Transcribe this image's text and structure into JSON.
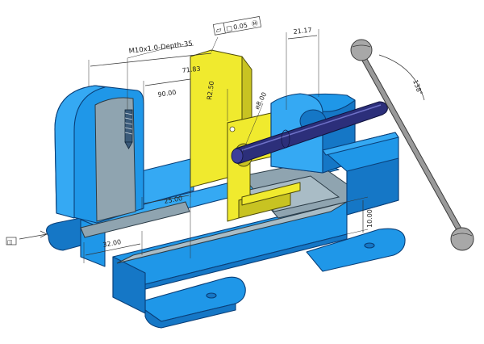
{
  "drawing": {
    "callouts": {
      "thread": "M10x1.0-Depth-35",
      "gdt_symbol": "⏥",
      "gdt_square": "□",
      "gdt_value": "0.05",
      "gdt_modifier": "Ⓜ"
    },
    "dimensions": {
      "d_71_83": "71.83",
      "d_90_00": "90.00",
      "d_21_17": "21.17",
      "r_2_50": "R2.50",
      "dia_8_00": "⌀8.00",
      "d_25_00": "25.00",
      "d_32_00": "32.00",
      "d_10_00": "10.00",
      "angle_138": "138°"
    },
    "section_label": "◫"
  }
}
